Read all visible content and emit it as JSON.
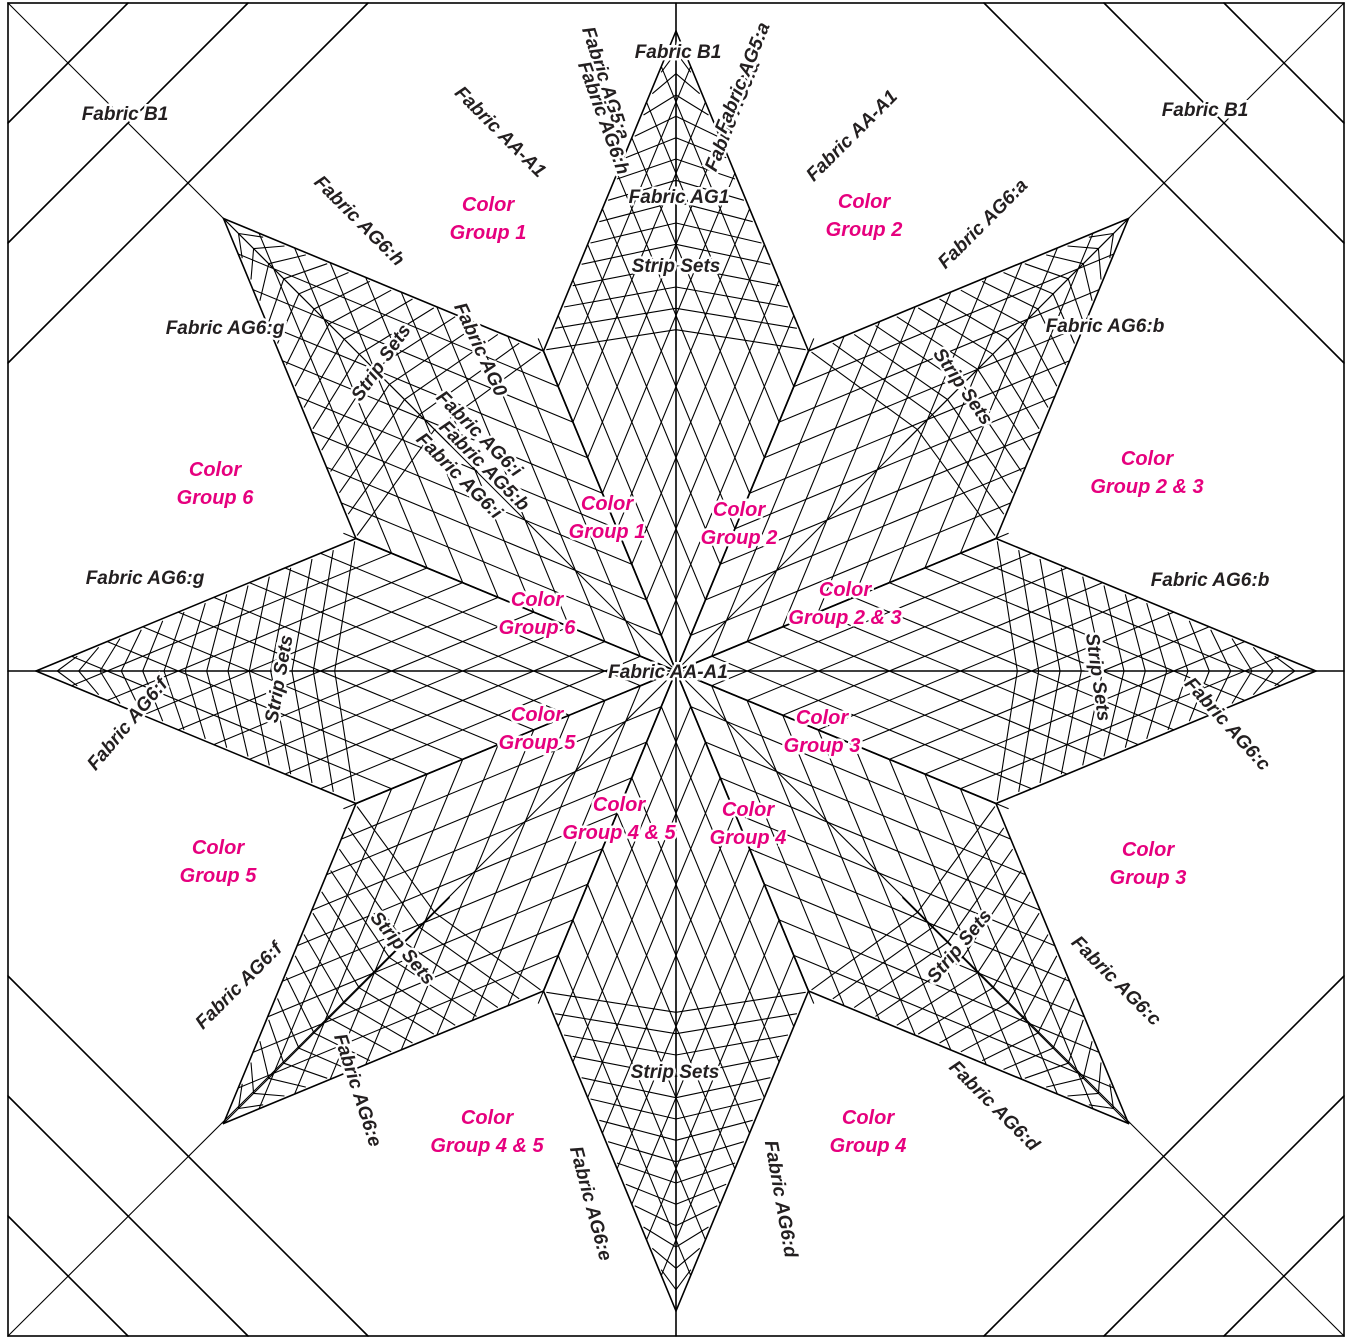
{
  "diagram": {
    "colors": {
      "line": "#000000",
      "fabric_label": "#231f20",
      "color_group_label": "#e6007e",
      "background": "#ffffff"
    },
    "fabric_labels": [
      "Fabric B1",
      "Fabric B1",
      "Fabric B1",
      "Fabric AG5:a",
      "Fabric AG6:a",
      "Fabric AG5:a",
      "Fabric AG6:h",
      "Fabric AA-A1",
      "Fabric AA-A1",
      "Fabric AG1",
      "Fabric AG6:h",
      "Fabric AG6:a",
      "Fabric AG6:g",
      "Fabric AG6:b",
      "Fabric AG0",
      "Fabric AG6:i",
      "Fabric AG5:b",
      "Fabric AG6:i",
      "Fabric AG6:g",
      "Fabric AG6:b",
      "Fabric AA-A1",
      "Fabric AG6:f",
      "Fabric AG6:c",
      "Fabric AG6:f",
      "Fabric AG6:c",
      "Fabric AG6:e",
      "Fabric AG6:d",
      "Fabric AG6:e",
      "Fabric AG6:d"
    ],
    "strip_set_labels": [
      "Strip Sets",
      "Strip Sets",
      "Strip Sets",
      "Strip Sets",
      "Strip Sets",
      "Strip Sets",
      "Strip Sets",
      "Strip Sets"
    ],
    "color_group_labels": [
      [
        "Color",
        "Group 1"
      ],
      [
        "Color",
        "Group  2"
      ],
      [
        "Color",
        "Group 6"
      ],
      [
        "Color",
        "Group  2 & 3"
      ],
      [
        "Color",
        "Group 1"
      ],
      [
        "Color",
        "Group  2"
      ],
      [
        "Color",
        "Group 6"
      ],
      [
        "Color",
        "Group 2 & 3"
      ],
      [
        "Color",
        "Group 5"
      ],
      [
        "Color",
        "Group  3"
      ],
      [
        "Color",
        "Group 4 & 5"
      ],
      [
        "Color",
        "Group 4"
      ],
      [
        "Color",
        "Group 5"
      ],
      [
        "Color",
        "Group 3"
      ],
      [
        "Color",
        "Group 4 & 5"
      ],
      [
        "Color",
        "Group 4"
      ]
    ]
  }
}
